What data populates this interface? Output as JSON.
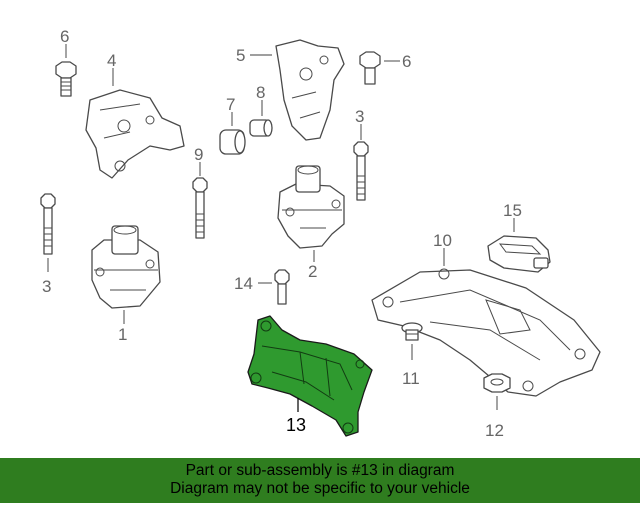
{
  "callouts": {
    "c1": "1",
    "c2": "2",
    "c3a": "3",
    "c3b": "3",
    "c4": "4",
    "c5": "5",
    "c6a": "6",
    "c6b": "6",
    "c7": "7",
    "c8": "8",
    "c9": "9",
    "c10": "10",
    "c11": "11",
    "c12": "12",
    "c13": "13",
    "c14": "14",
    "c15": "15"
  },
  "highlighted_part": "13",
  "colors": {
    "highlight": "#2f9a2f",
    "banner": "#2f7d1f"
  },
  "banner": {
    "line1": "Part or sub-assembly is #13 in diagram",
    "line2": "Diagram may not be specific to your vehicle"
  }
}
